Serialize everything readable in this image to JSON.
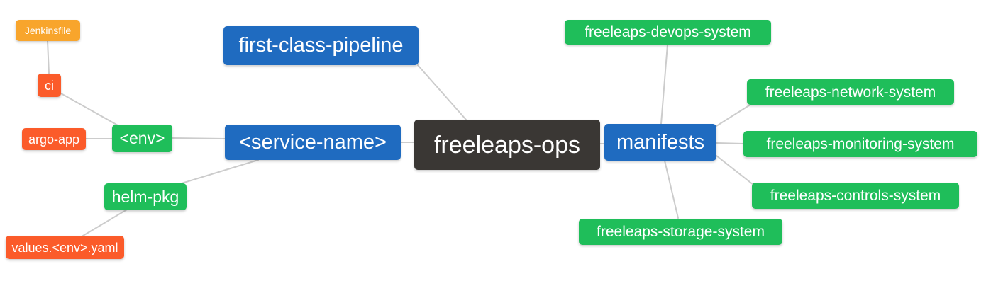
{
  "diagram": {
    "type": "mindmap",
    "background": "#ffffff",
    "edge_color": "#cccccc",
    "text_color": "#ffffff"
  },
  "colors": {
    "root_bg": "#3a3734",
    "level2_bg": "#1f6bc0",
    "level3_bg": "#1fbe5a",
    "level4_bg": "#fb5b2a",
    "level5_bg": "#f8a52c"
  },
  "nodes": {
    "root": {
      "label": "freeleaps-ops",
      "level": 1,
      "color": "#3a3734"
    },
    "first_class_pipeline": {
      "label": "first-class-pipeline",
      "level": 2,
      "color": "#1f6bc0"
    },
    "service_name": {
      "label": "<service-name>",
      "level": 2,
      "color": "#1f6bc0"
    },
    "manifests": {
      "label": "manifests",
      "level": 2,
      "color": "#1f6bc0"
    },
    "env": {
      "label": "<env>",
      "level": 3,
      "color": "#1fbe5a"
    },
    "helm_pkg": {
      "label": "helm-pkg",
      "level": 3,
      "color": "#1fbe5a"
    },
    "ci": {
      "label": "ci",
      "level": 4,
      "color": "#fb5b2a"
    },
    "argo_app": {
      "label": "argo-app",
      "level": 4,
      "color": "#fb5b2a"
    },
    "values_env_yaml": {
      "label": "values.<env>.yaml",
      "level": 4,
      "color": "#fb5b2a"
    },
    "jenkinsfile": {
      "label": "Jenkinsfile",
      "level": 5,
      "color": "#f8a52c"
    },
    "devops_system": {
      "label": "freeleaps-devops-system",
      "level": 3,
      "color": "#1fbe5a"
    },
    "network_system": {
      "label": "freeleaps-network-system",
      "level": 3,
      "color": "#1fbe5a"
    },
    "monitoring_system": {
      "label": "freeleaps-monitoring-system",
      "level": 3,
      "color": "#1fbe5a"
    },
    "controls_system": {
      "label": "freeleaps-controls-system",
      "level": 3,
      "color": "#1fbe5a"
    },
    "storage_system": {
      "label": "freeleaps-storage-system",
      "level": 3,
      "color": "#1fbe5a"
    }
  },
  "edges": [
    {
      "from": "freeleaps-ops",
      "to": "first-class-pipeline"
    },
    {
      "from": "freeleaps-ops",
      "to": "<service-name>"
    },
    {
      "from": "freeleaps-ops",
      "to": "manifests"
    },
    {
      "from": "<service-name>",
      "to": "<env>"
    },
    {
      "from": "<service-name>",
      "to": "helm-pkg"
    },
    {
      "from": "<env>",
      "to": "ci"
    },
    {
      "from": "<env>",
      "to": "argo-app"
    },
    {
      "from": "ci",
      "to": "Jenkinsfile"
    },
    {
      "from": "helm-pkg",
      "to": "values.<env>.yaml"
    },
    {
      "from": "manifests",
      "to": "freeleaps-devops-system"
    },
    {
      "from": "manifests",
      "to": "freeleaps-network-system"
    },
    {
      "from": "manifests",
      "to": "freeleaps-monitoring-system"
    },
    {
      "from": "manifests",
      "to": "freeleaps-controls-system"
    },
    {
      "from": "manifests",
      "to": "freeleaps-storage-system"
    }
  ]
}
